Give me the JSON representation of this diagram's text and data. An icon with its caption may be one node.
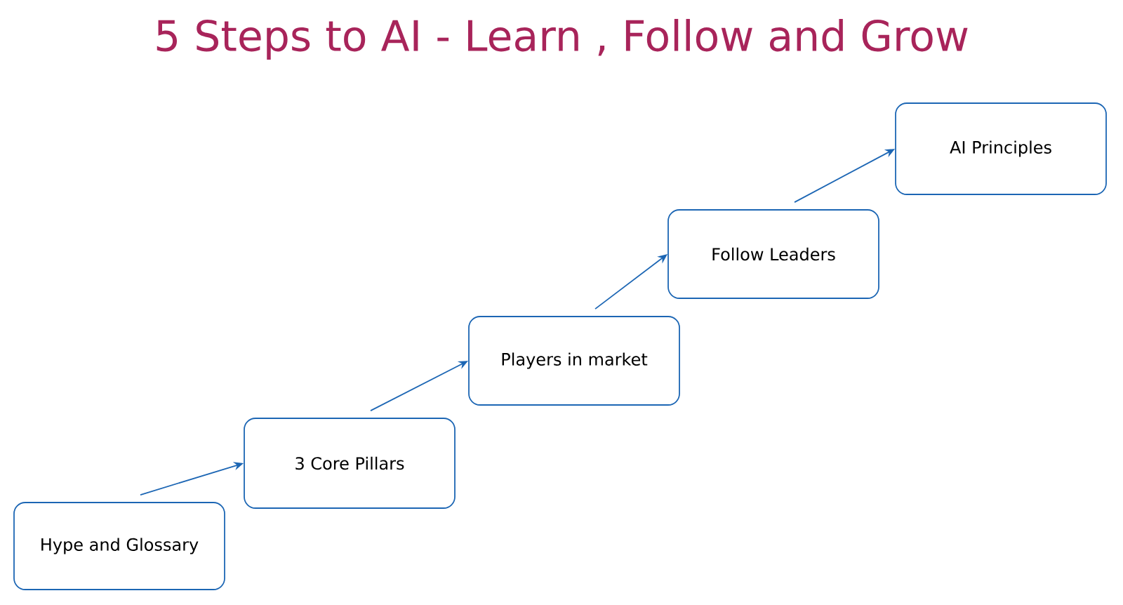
{
  "diagram": {
    "title": "5 Steps to AI - Learn , Follow and Grow",
    "nodes": [
      {
        "text": [
          "Hype and Glossary"
        ]
      },
      {
        "text": [
          "3 Core Pillars"
        ]
      },
      {
        "text": [
          "Players in market"
        ]
      },
      {
        "text": [
          "Follow Leaders"
        ]
      },
      {
        "text": [
          "AI Principles"
        ]
      }
    ],
    "edges": [
      {
        "from": 0,
        "to": 1,
        "arrow": "to"
      },
      {
        "from": 1,
        "to": 2,
        "arrow": "to"
      },
      {
        "from": 2,
        "to": 3,
        "arrow": "to"
      },
      {
        "from": 3,
        "to": 4,
        "arrow": "to"
      }
    ]
  }
}
